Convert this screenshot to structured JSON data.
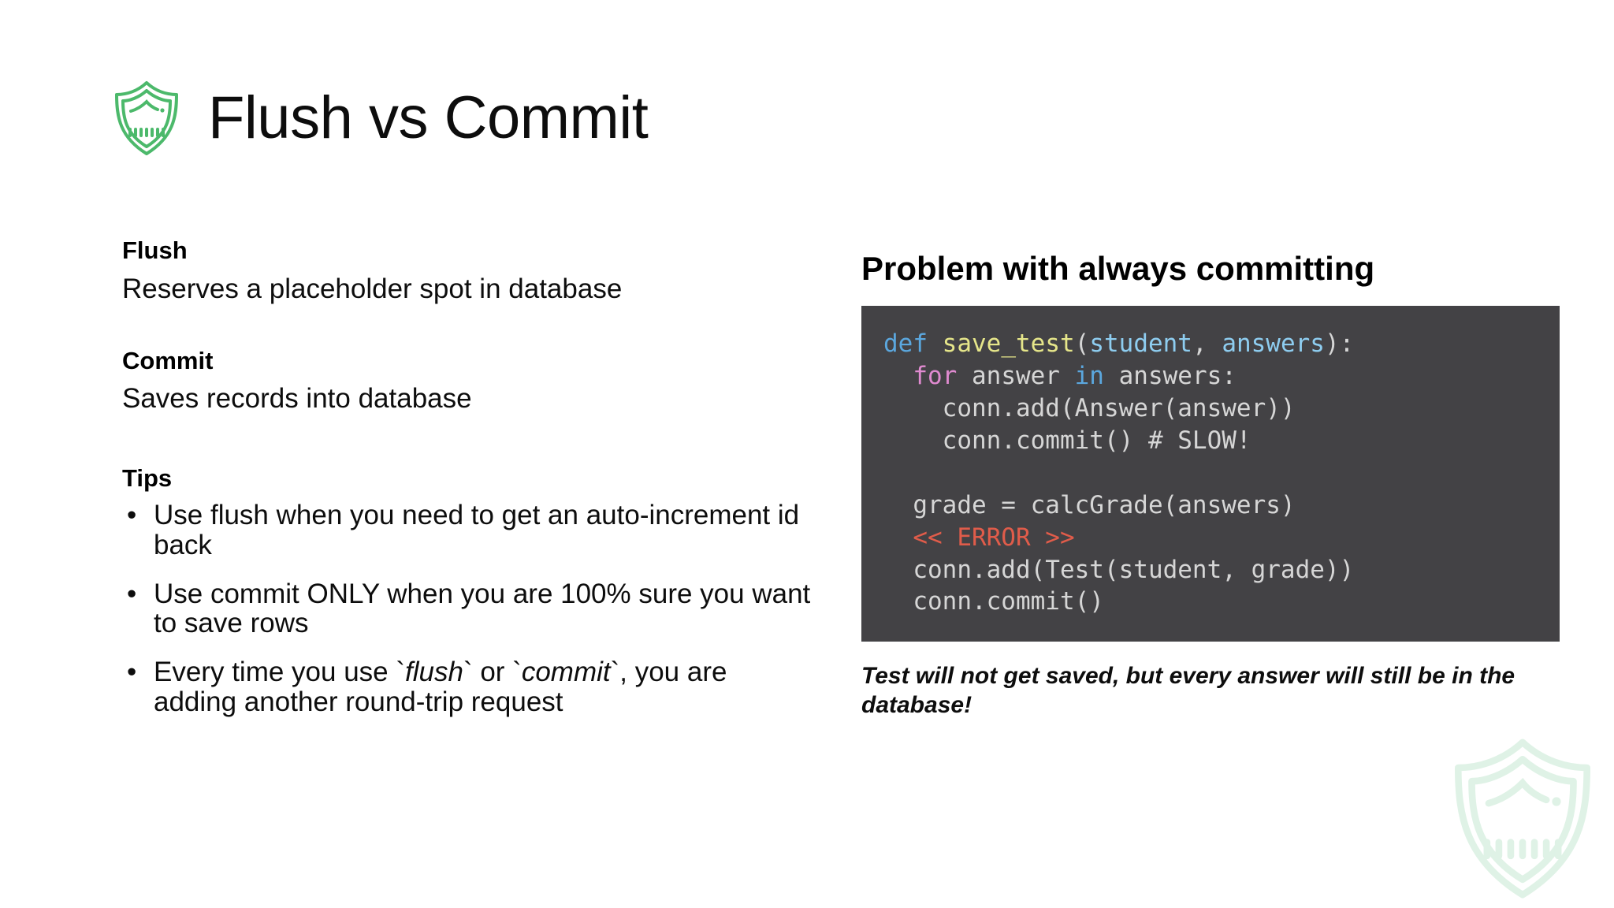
{
  "slide": {
    "title": "Flush vs Commit",
    "brand_color": "#4cb96b",
    "watermark_color": "#dff2e6",
    "code_background": "#434245"
  },
  "left": {
    "sections": [
      {
        "heading": "Flush",
        "body": "Reserves a placeholder spot in database"
      },
      {
        "heading": "Commit",
        "body": "Saves records into database"
      }
    ],
    "tips_heading": "Tips",
    "tips": [
      {
        "parts": [
          {
            "text": "Use flush when you need to get an auto-increment id back",
            "style": "normal"
          }
        ]
      },
      {
        "parts": [
          {
            "text": "Use commit ONLY when you are 100% sure you want to save rows",
            "style": "normal"
          }
        ]
      },
      {
        "parts": [
          {
            "text": "Every time you use `",
            "style": "normal"
          },
          {
            "text": "flush",
            "style": "italic"
          },
          {
            "text": "` or `",
            "style": "normal"
          },
          {
            "text": "commit",
            "style": "italic"
          },
          {
            "text": "`, you are adding another round-trip request",
            "style": "normal"
          }
        ]
      }
    ]
  },
  "right": {
    "heading": "Problem with always committing",
    "caption": "Test will not get saved, but every answer will still be in the database!",
    "code_lines": [
      {
        "tokens": [
          {
            "t": "def",
            "c": "#5ba7de"
          },
          {
            "t": " ",
            "c": "#d6d6d6"
          },
          {
            "t": "save_test",
            "c": "#e6e68a"
          },
          {
            "t": "(",
            "c": "#d6d6d6"
          },
          {
            "t": "student",
            "c": "#8ecdf0"
          },
          {
            "t": ", ",
            "c": "#d6d6d6"
          },
          {
            "t": "answers",
            "c": "#8ecdf0"
          },
          {
            "t": "):",
            "c": "#d6d6d6"
          }
        ]
      },
      {
        "tokens": [
          {
            "t": "  ",
            "c": "#d6d6d6"
          },
          {
            "t": "for",
            "c": "#e08ad0"
          },
          {
            "t": " answer ",
            "c": "#d6d6d6"
          },
          {
            "t": "in",
            "c": "#5ba7de"
          },
          {
            "t": " answers:",
            "c": "#d6d6d6"
          }
        ]
      },
      {
        "tokens": [
          {
            "t": "    conn.add(Answer(answer))",
            "c": "#d6d6d6"
          }
        ]
      },
      {
        "tokens": [
          {
            "t": "    conn.commit() # SLOW!",
            "c": "#d6d6d6"
          }
        ]
      },
      {
        "tokens": [
          {
            "t": "",
            "c": "#d6d6d6"
          }
        ]
      },
      {
        "tokens": [
          {
            "t": "  grade = calcGrade(answers)",
            "c": "#d6d6d6"
          }
        ]
      },
      {
        "tokens": [
          {
            "t": "  << ERROR >>",
            "c": "#e05c4a"
          }
        ]
      },
      {
        "tokens": [
          {
            "t": "  conn.add(Test(student, grade))",
            "c": "#d6d6d6"
          }
        ]
      },
      {
        "tokens": [
          {
            "t": "  conn.commit()",
            "c": "#d6d6d6"
          }
        ]
      }
    ]
  },
  "icons": {
    "title_shield": "shield-icon",
    "watermark_shield": "shield-watermark-icon"
  }
}
